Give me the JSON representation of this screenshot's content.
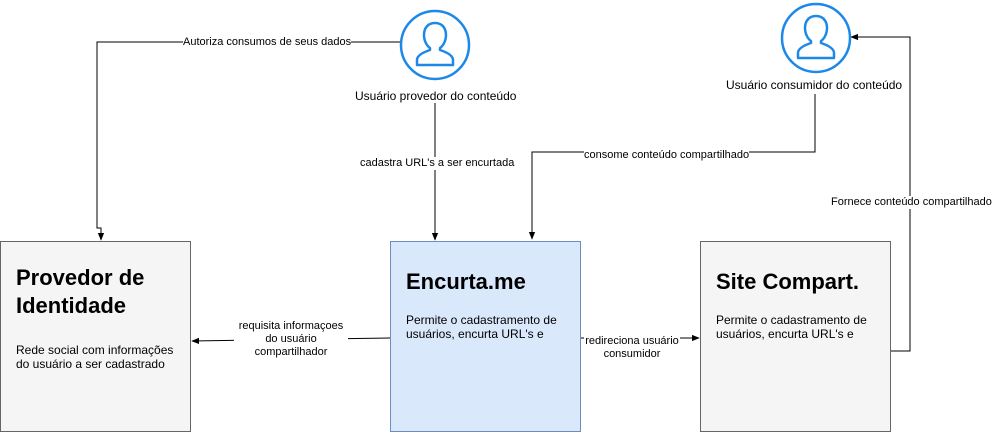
{
  "actors": {
    "provider": {
      "name": "Usuário provedor do conteúdo",
      "icon": "user-icon"
    },
    "consumer": {
      "name": "Usuário consumidor do conteúdo",
      "icon": "user-icon"
    }
  },
  "boxes": {
    "identity": {
      "title": "Provedor de Identidade",
      "desc": "Rede social com informações do usuário a ser cadastrado"
    },
    "encurta": {
      "title": "Encurta.me",
      "desc": "Permite o cadastramento de usuários, encurta URL's e"
    },
    "site": {
      "title": "Site Compart.",
      "desc": "Permite o cadastramento de usuários, encurta URL's e"
    }
  },
  "edges": {
    "authorize": "Autoriza consumos de seus dados",
    "register_url": "cadastra URL's a ser encurtada",
    "consume": "consome conteúdo compartilhado",
    "request_info": "requisita informaçoes do usuário compartilhador",
    "redirect": "redireciona usuário consumidor",
    "provide": "Fornece conteúdo compartilhado"
  },
  "colors": {
    "actor_stroke": "#1c88e8",
    "box_default_fill": "#f5f5f5",
    "box_highlight_fill": "#dae8fc",
    "box_highlight_stroke": "#6c8ebf"
  }
}
